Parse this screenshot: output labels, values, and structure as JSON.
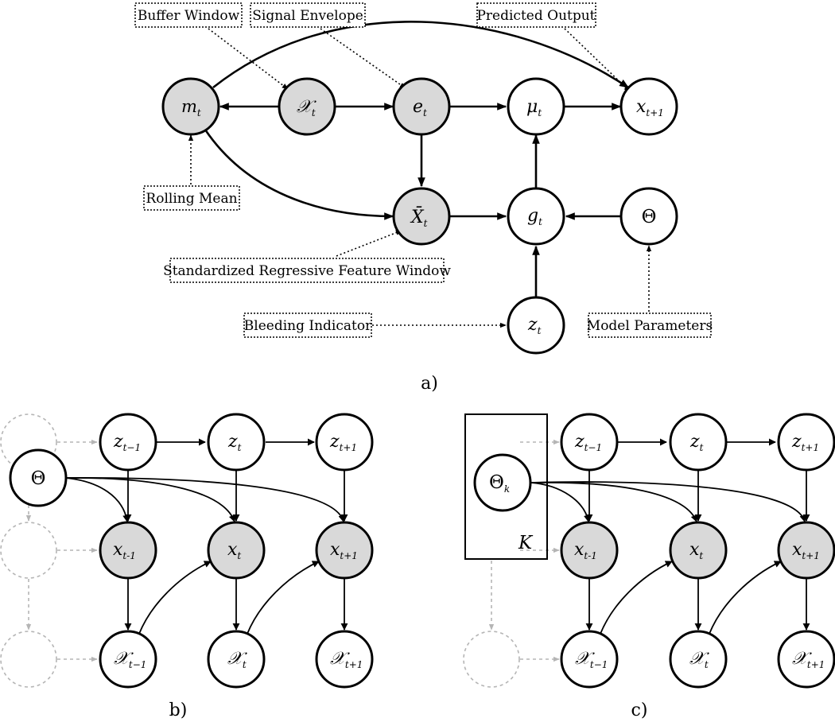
{
  "panel_a": {
    "caption": "a)",
    "nodes": {
      "m_t": {
        "main": "m",
        "sub": "t"
      },
      "chi_t": {
        "main": "𝒳",
        "sub": "t"
      },
      "e_t": {
        "main": "e",
        "sub": "t"
      },
      "mu_t": {
        "main": "μ",
        "sub": "t"
      },
      "x_t1": {
        "main": "x",
        "sub": "t+1"
      },
      "xbar_t": {
        "main": "X̄",
        "sub": "t"
      },
      "g_t": {
        "main": "g",
        "sub": "t"
      },
      "theta": {
        "main": "Θ"
      },
      "z_t": {
        "main": "z",
        "sub": "t"
      }
    },
    "labels": {
      "buffer_window": "Buffer Window",
      "signal_envelope": "Signal Envelope",
      "predicted_output": "Predicted Output",
      "rolling_mean": "Rolling Mean",
      "standardized_window": "Standardized Regressive Feature Window",
      "bleeding_indicator": "Bleeding Indicator",
      "model_parameters": "Model Parameters"
    }
  },
  "panel_b": {
    "caption": "b)",
    "theta": "Θ",
    "z_nodes": [
      {
        "main": "z",
        "sub": "t−1"
      },
      {
        "main": "z",
        "sub": "t"
      },
      {
        "main": "z",
        "sub": "t+1"
      }
    ],
    "x_nodes": [
      {
        "main": "x",
        "sub": "t-1"
      },
      {
        "main": "x",
        "sub": "t"
      },
      {
        "main": "x",
        "sub": "t+1"
      }
    ],
    "chi_nodes": [
      {
        "main": "𝒳",
        "sub": "t−1"
      },
      {
        "main": "𝒳",
        "sub": "t"
      },
      {
        "main": "𝒳",
        "sub": "t+1"
      }
    ]
  },
  "panel_c": {
    "caption": "c)",
    "theta": {
      "main": "Θ",
      "sub": "k"
    },
    "plate_label": "K",
    "z_nodes": [
      {
        "main": "z",
        "sub": "t−1"
      },
      {
        "main": "z",
        "sub": "t"
      },
      {
        "main": "z",
        "sub": "t+1"
      }
    ],
    "x_nodes": [
      {
        "main": "x",
        "sub": "t-1"
      },
      {
        "main": "x",
        "sub": "t"
      },
      {
        "main": "x",
        "sub": "t+1"
      }
    ],
    "chi_nodes": [
      {
        "main": "𝒳",
        "sub": "t−1"
      },
      {
        "main": "𝒳",
        "sub": "t"
      },
      {
        "main": "𝒳",
        "sub": "t+1"
      }
    ]
  }
}
